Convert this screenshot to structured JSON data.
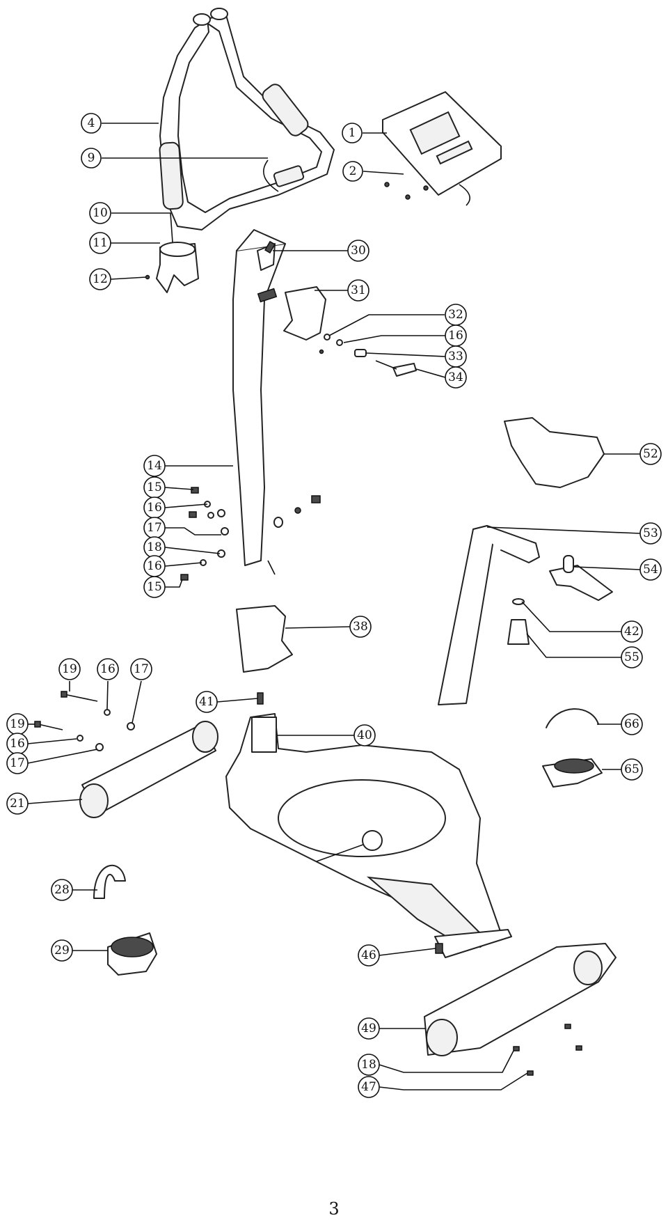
{
  "page_number": "3",
  "callouts": [
    {
      "id": "c1",
      "label": "1"
    },
    {
      "id": "c2",
      "label": "2"
    },
    {
      "id": "c4",
      "label": "4"
    },
    {
      "id": "c9",
      "label": "9"
    },
    {
      "id": "c10",
      "label": "10"
    },
    {
      "id": "c11",
      "label": "11"
    },
    {
      "id": "c12",
      "label": "12"
    },
    {
      "id": "c30",
      "label": "30"
    },
    {
      "id": "c31",
      "label": "31"
    },
    {
      "id": "c32",
      "label": "32"
    },
    {
      "id": "c16a",
      "label": "16"
    },
    {
      "id": "c33",
      "label": "33"
    },
    {
      "id": "c34",
      "label": "34"
    },
    {
      "id": "c52",
      "label": "52"
    },
    {
      "id": "c14",
      "label": "14"
    },
    {
      "id": "c15a",
      "label": "15"
    },
    {
      "id": "c16b",
      "label": "16"
    },
    {
      "id": "c17a",
      "label": "17"
    },
    {
      "id": "c18a",
      "label": "18"
    },
    {
      "id": "c16c",
      "label": "16"
    },
    {
      "id": "c15b",
      "label": "15"
    },
    {
      "id": "c53",
      "label": "53"
    },
    {
      "id": "c54",
      "label": "54"
    },
    {
      "id": "c42",
      "label": "42"
    },
    {
      "id": "c55",
      "label": "55"
    },
    {
      "id": "c38",
      "label": "38"
    },
    {
      "id": "c19a",
      "label": "19"
    },
    {
      "id": "c16d",
      "label": "16"
    },
    {
      "id": "c17b",
      "label": "17"
    },
    {
      "id": "c19b",
      "label": "19"
    },
    {
      "id": "c16e",
      "label": "16"
    },
    {
      "id": "c17c",
      "label": "17"
    },
    {
      "id": "c21",
      "label": "21"
    },
    {
      "id": "c41",
      "label": "41"
    },
    {
      "id": "c40",
      "label": "40"
    },
    {
      "id": "c66",
      "label": "66"
    },
    {
      "id": "c65",
      "label": "65"
    },
    {
      "id": "c28",
      "label": "28"
    },
    {
      "id": "c29",
      "label": "29"
    },
    {
      "id": "c46",
      "label": "46"
    },
    {
      "id": "c49",
      "label": "49"
    },
    {
      "id": "c18b",
      "label": "18"
    },
    {
      "id": "c47",
      "label": "47"
    }
  ]
}
